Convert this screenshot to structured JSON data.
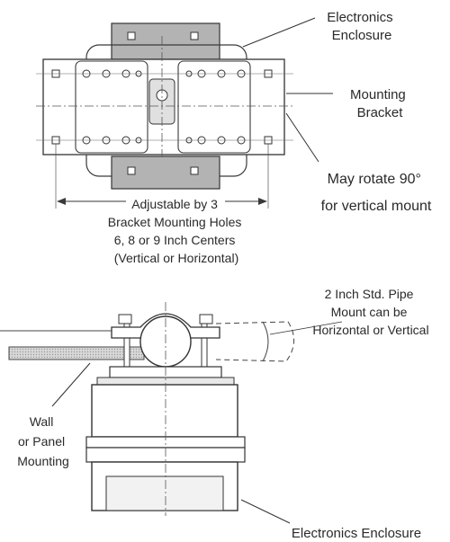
{
  "labels": {
    "electronics_enclosure_top": [
      "Electronics",
      "Enclosure"
    ],
    "mounting_bracket": [
      "Mounting",
      "Bracket"
    ],
    "rotate_note": [
      "May rotate 90°",
      "for vertical mount"
    ],
    "adjustable_note": [
      "Adjustable by 3",
      "Bracket Mounting Holes",
      "6, 8 or 9 Inch Centers",
      "(Vertical or Horizontal)"
    ],
    "pipe_note": [
      "2 Inch Std. Pipe",
      "Mount can be",
      "Horizontal or Vertical"
    ],
    "wall_note": [
      "Wall",
      "or Panel",
      "Mounting"
    ],
    "electronics_enclosure_bottom": "Electronics Enclosure"
  }
}
